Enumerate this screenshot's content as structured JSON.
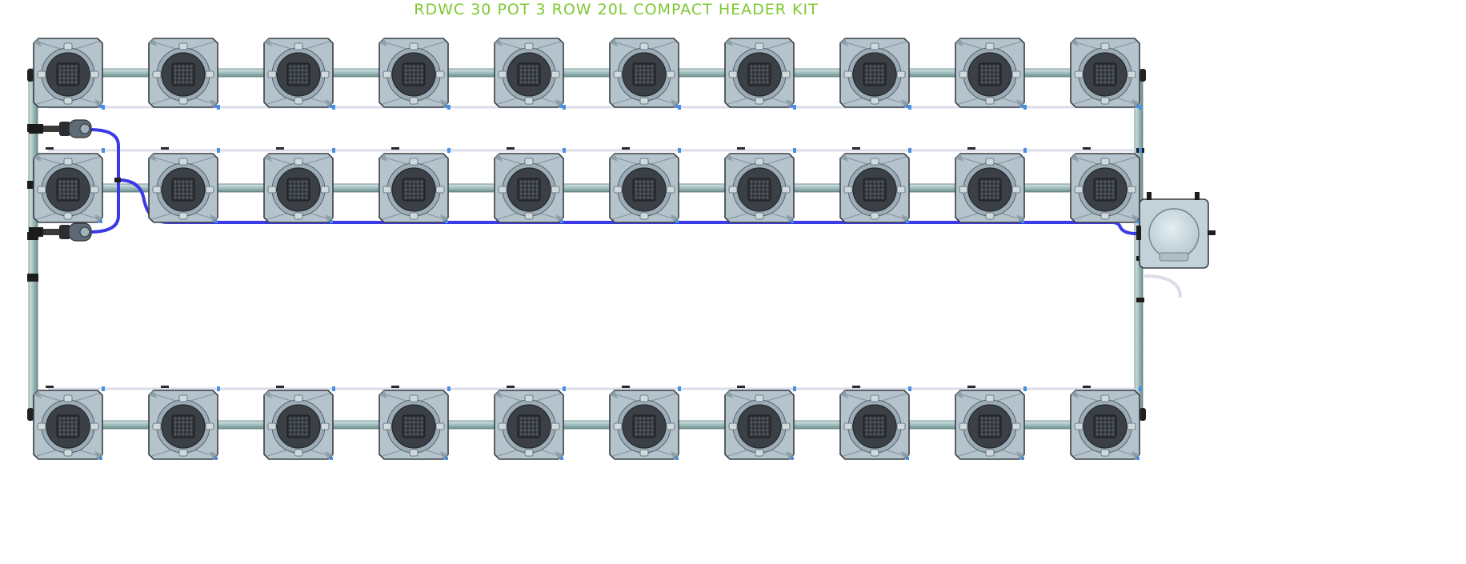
{
  "title": "RDWC 30 POT 3 ROW 20L COMPACT HEADER KIT",
  "colors": {
    "title": "#7dc832",
    "pot_body": "#b4c3cc",
    "pot_shadow": "#8fa0aa",
    "pot_outline": "#3a3f44",
    "net_pot": "#3b4046",
    "pipe": "#9fbfbe",
    "flow_hose": "#3a3ae6",
    "return_hose": "#dcdcea",
    "fitting_blue": "#4a90e2",
    "header_tank": "#c3d1d8"
  },
  "layout": {
    "rows": 3,
    "pots_per_row": 10,
    "header_tank_count": 1,
    "pump_count": 2
  },
  "icons": {
    "pot": "grow-pot-icon",
    "net_pot": "net-pot-icon",
    "pump": "pump-icon",
    "header_tank": "header-tank-icon"
  }
}
